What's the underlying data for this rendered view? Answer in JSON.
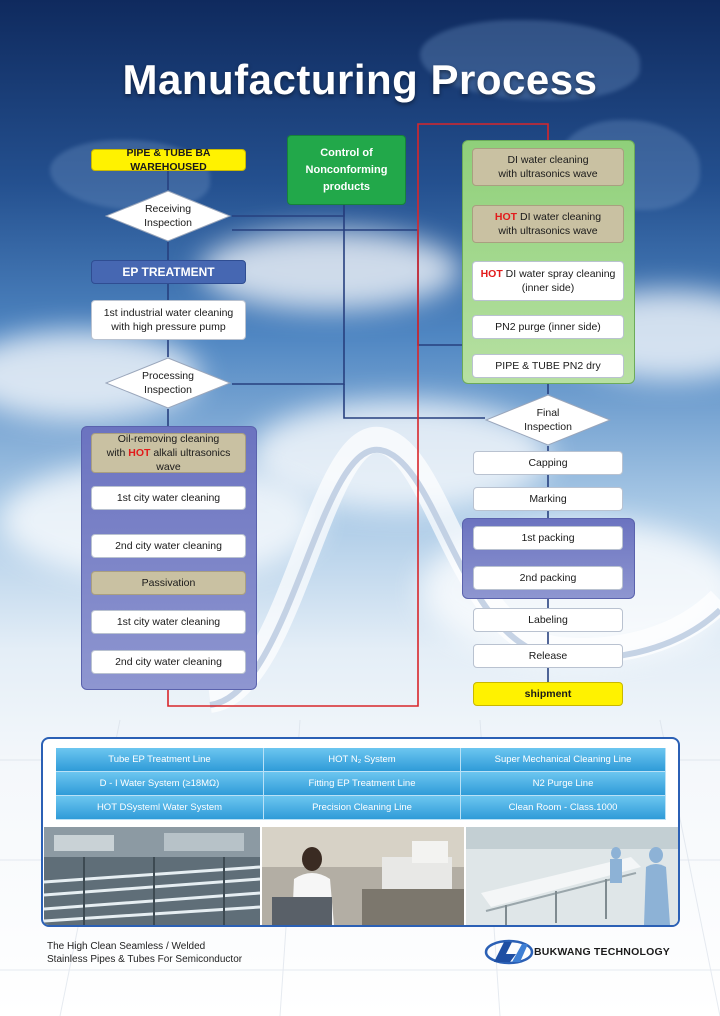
{
  "title": "Manufacturing Process",
  "flow": {
    "warehoused": "PIPE & TUBE BA WAREHOUSED",
    "receiving_inspection": [
      "Receiving",
      "Inspection"
    ],
    "control": [
      "Control of",
      "Nonconforming",
      "products"
    ],
    "ep_treatment": "EP TREATMENT",
    "water_pump": [
      "1st  industrial water cleaning",
      "with high pressure pump"
    ],
    "processing_inspection": [
      "Processing",
      "Inspection"
    ],
    "oil_removing": {
      "line1": "Oil-removing cleaning",
      "pre": "with ",
      "hot": "HOT",
      "post": " alkali ultrasonics wave"
    },
    "city1": "1st city water cleaning",
    "city2": "2nd city water cleaning",
    "passivation": "Passivation",
    "city1b": "1st city water cleaning",
    "city2b": "2nd city water cleaning",
    "di_cleaning": [
      "DI water cleaning",
      "with ultrasonics wave"
    ],
    "hot_di": {
      "hot": "HOT",
      "post": " DI water cleaning",
      "line2": "with ultrasonics wave"
    },
    "hot_spray": {
      "hot": "HOT",
      "post": " DI water spray cleaning",
      "line2": "(inner side)"
    },
    "pn2_purge": "PN2 purge (inner side)",
    "pn2_dry": "PIPE & TUBE PN2 dry",
    "final_inspection": [
      "Final",
      "Inspection"
    ],
    "capping": "Capping",
    "marking": "Marking",
    "packing1": "1st packing",
    "packing2": "2nd packing",
    "labeling": "Labeling",
    "release": "Release",
    "shipment": "shipment"
  },
  "facilities": [
    "Tube EP Treatment Line",
    "HOT N₂ System",
    "Super Mechanical Cleaning Line",
    "D - I Water System (≥18MΩ)",
    "Fitting EP Treatment Line",
    "N2 Purge Line",
    "HOT DSysteml Water System",
    "Precision Cleaning Line",
    "Clean Room - Class.1000"
  ],
  "footer": {
    "line1": "The High Clean Seamless / Welded",
    "line2": "Stainless Pipes & Tubes For Semiconductor",
    "company": "BUKWANG TECHNOLOGY"
  },
  "colors": {
    "title": "#ffffff",
    "hot": "#e21b1b",
    "panel": "#6f78c2",
    "green": "#22a84a",
    "yellow": "#fff200",
    "flow_line_blue": "#27407f",
    "flow_line_red": "#d8262b"
  }
}
